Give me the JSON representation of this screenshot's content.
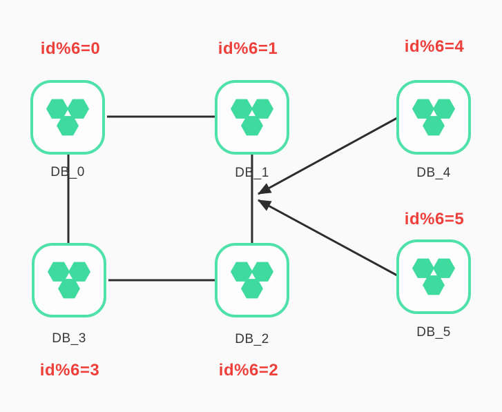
{
  "diagram": {
    "title": "database-shard-graph",
    "nodes": [
      {
        "id": "db0",
        "label": "DB_0",
        "mod_label": "id%6=0",
        "icon": "hexagon-cluster-icon"
      },
      {
        "id": "db1",
        "label": "DB_1",
        "mod_label": "id%6=1",
        "icon": "hexagon-cluster-icon"
      },
      {
        "id": "db2",
        "label": "DB_2",
        "mod_label": "id%6=2",
        "icon": "hexagon-cluster-icon"
      },
      {
        "id": "db3",
        "label": "DB_3",
        "mod_label": "id%6=3",
        "icon": "hexagon-cluster-icon"
      },
      {
        "id": "db4",
        "label": "DB_4",
        "mod_label": "id%6=4",
        "icon": "hexagon-cluster-icon"
      },
      {
        "id": "db5",
        "label": "DB_5",
        "mod_label": "id%6=5",
        "icon": "hexagon-cluster-icon"
      }
    ],
    "edges": [
      {
        "from": "DB_0",
        "to": "DB_1",
        "style": "plain-line"
      },
      {
        "from": "DB_0",
        "to": "DB_3",
        "style": "plain-line"
      },
      {
        "from": "DB_3",
        "to": "DB_2",
        "style": "plain-line"
      },
      {
        "from": "DB_1",
        "to": "DB_2",
        "style": "plain-line"
      },
      {
        "from": "DB_4",
        "to": "midpoint of DB_1-DB_2 edge",
        "style": "arrow"
      },
      {
        "from": "DB_5",
        "to": "midpoint of DB_1-DB_2 edge",
        "style": "arrow"
      }
    ],
    "colors": {
      "background": "#fafafb",
      "node_border": "#4fe1aa",
      "node_fill": "#fdfdfe",
      "icon_color": "#3eda9e",
      "edge_color": "#2d2d2d",
      "node_label_color": "#383838",
      "mod_label_color": "#ef3f3b"
    }
  }
}
